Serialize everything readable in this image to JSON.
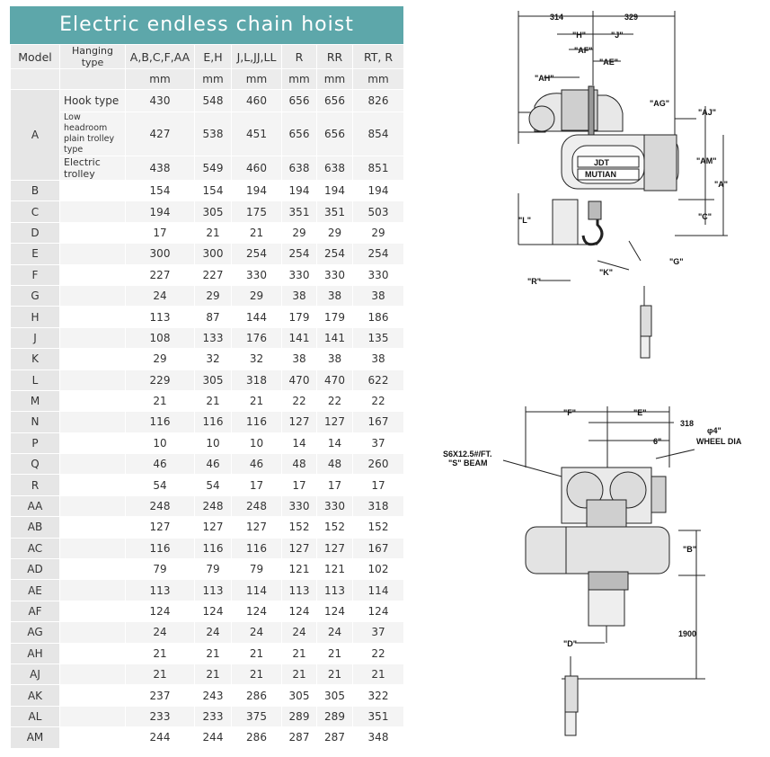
{
  "title": "Electric endless chain hoist",
  "headers": [
    "Model",
    "Hanging type",
    "A,B,C,F,AA",
    "E,H",
    "J,L,JJ,LL",
    "R",
    "RR",
    "RT, R"
  ],
  "units": [
    "",
    "",
    "mm",
    "mm",
    "mm",
    "mm",
    "mm",
    "mm"
  ],
  "a_rows": [
    {
      "type": "Hook type",
      "values": [
        "430",
        "548",
        "460",
        "656",
        "656",
        "826"
      ]
    },
    {
      "type": "Low headroom plain trolley type",
      "values": [
        "427",
        "538",
        "451",
        "656",
        "656",
        "854"
      ]
    },
    {
      "type": "Electric trolley",
      "values": [
        "438",
        "549",
        "460",
        "638",
        "638",
        "851"
      ]
    }
  ],
  "a_model": "A",
  "rows": [
    {
      "model": "B",
      "values": [
        "154",
        "154",
        "194",
        "194",
        "194",
        "194"
      ]
    },
    {
      "model": "C",
      "values": [
        "194",
        "305",
        "175",
        "351",
        "351",
        "503"
      ]
    },
    {
      "model": "D",
      "values": [
        "17",
        "21",
        "21",
        "29",
        "29",
        "29"
      ]
    },
    {
      "model": "E",
      "values": [
        "300",
        "300",
        "254",
        "254",
        "254",
        "254"
      ]
    },
    {
      "model": "F",
      "values": [
        "227",
        "227",
        "330",
        "330",
        "330",
        "330"
      ]
    },
    {
      "model": "G",
      "values": [
        "24",
        "29",
        "29",
        "38",
        "38",
        "38"
      ]
    },
    {
      "model": "H",
      "values": [
        "113",
        "87",
        "144",
        "179",
        "179",
        "186"
      ]
    },
    {
      "model": "J",
      "values": [
        "108",
        "133",
        "176",
        "141",
        "141",
        "135"
      ]
    },
    {
      "model": "K",
      "values": [
        "29",
        "32",
        "32",
        "38",
        "38",
        "38"
      ]
    },
    {
      "model": "L",
      "values": [
        "229",
        "305",
        "318",
        "470",
        "470",
        "622"
      ]
    },
    {
      "model": "M",
      "values": [
        "21",
        "21",
        "21",
        "22",
        "22",
        "22"
      ]
    },
    {
      "model": "N",
      "values": [
        "116",
        "116",
        "116",
        "127",
        "127",
        "167"
      ]
    },
    {
      "model": "P",
      "values": [
        "10",
        "10",
        "10",
        "14",
        "14",
        "37"
      ]
    },
    {
      "model": "Q",
      "values": [
        "46",
        "46",
        "46",
        "48",
        "48",
        "260"
      ]
    },
    {
      "model": "R",
      "values": [
        "54",
        "54",
        "17",
        "17",
        "17",
        "17"
      ]
    },
    {
      "model": "AA",
      "values": [
        "248",
        "248",
        "248",
        "330",
        "330",
        "318"
      ]
    },
    {
      "model": "AB",
      "values": [
        "127",
        "127",
        "127",
        "152",
        "152",
        "152"
      ]
    },
    {
      "model": "AC",
      "values": [
        "116",
        "116",
        "116",
        "127",
        "127",
        "167"
      ]
    },
    {
      "model": "AD",
      "values": [
        "79",
        "79",
        "79",
        "121",
        "121",
        "102"
      ]
    },
    {
      "model": "AE",
      "values": [
        "113",
        "113",
        "114",
        "113",
        "113",
        "114"
      ]
    },
    {
      "model": "AF",
      "values": [
        "124",
        "124",
        "124",
        "124",
        "124",
        "124"
      ]
    },
    {
      "model": "AG",
      "values": [
        "24",
        "24",
        "24",
        "24",
        "24",
        "37"
      ]
    },
    {
      "model": "AH",
      "values": [
        "21",
        "21",
        "21",
        "21",
        "21",
        "22"
      ]
    },
    {
      "model": "AJ",
      "values": [
        "21",
        "21",
        "21",
        "21",
        "21",
        "21"
      ]
    },
    {
      "model": "AK",
      "values": [
        "237",
        "243",
        "286",
        "305",
        "305",
        "322"
      ]
    },
    {
      "model": "AL",
      "values": [
        "233",
        "233",
        "375",
        "289",
        "289",
        "351"
      ]
    },
    {
      "model": "AM",
      "values": [
        "244",
        "244",
        "286",
        "287",
        "287",
        "348"
      ]
    }
  ],
  "diagram_top": {
    "dims": [
      "314",
      "329",
      "\"H\"",
      "\"J\"",
      "\"AF\"",
      "\"AE\"",
      "\"AH\"",
      "\"AG\"",
      "\"AJ\"",
      "\"AM\"",
      "\"A\"",
      "\"C\"",
      "\"L\"",
      "\"K\"",
      "\"G\"",
      "\"R\""
    ],
    "brand1": "JDT",
    "brand2": "MUTIAN"
  },
  "diagram_bottom": {
    "dims": [
      "\"F\"",
      "\"E\"",
      "318",
      "6\"",
      "\"B\"",
      "1900",
      "\"D\""
    ],
    "beam_label1": "S6X12.5#/FT.",
    "beam_label2": "\"S\" BEAM",
    "wheel1": "φ4\"",
    "wheel2": "WHEEL DIA"
  }
}
